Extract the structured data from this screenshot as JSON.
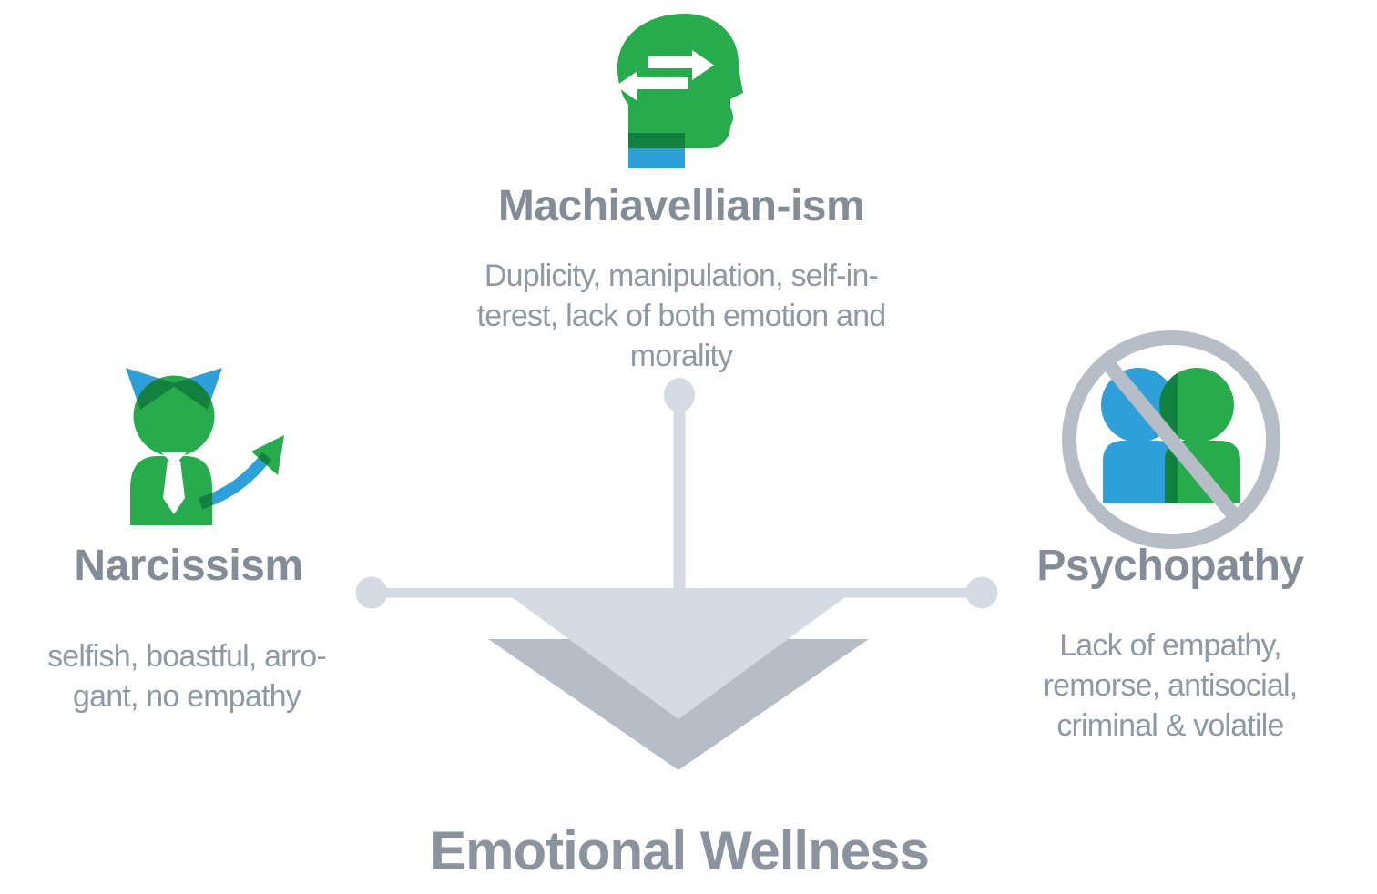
{
  "diagram": {
    "bottom_label": "Emotional Wellness",
    "nodes": [
      {
        "id": "machiavellianism",
        "title": "Machiavellian-ism",
        "description": "Duplicity, manipulation, self-interest, lack of both emotion and morality",
        "lines": [
          "Duplicity, manipulation, self-in-",
          "terest, lack of both emotion and",
          "morality"
        ],
        "icon": "head-with-exchange-arrows-icon"
      },
      {
        "id": "narcissism",
        "title": "Narcissism",
        "description": "selfish, boastful, arrogant, no empathy",
        "lines": [
          "selfish, boastful, arro-",
          "gant, no empathy"
        ],
        "icon": "devil-businessman-rising-arrow-icon"
      },
      {
        "id": "psychopathy",
        "title": "Psychopathy",
        "description": "Lack of empathy, remorse, antisocial, criminal & volatile",
        "lines": [
          "Lack of empathy,",
          "remorse, antisocial,",
          "criminal & volatile"
        ],
        "icon": "crossed-out-people-icon"
      }
    ],
    "colors": {
      "green": "#27AB4D",
      "dark_green": "#12813F",
      "blue": "#2E9FD9",
      "light_gray": "#D5DAE3",
      "mid_gray": "#B7BDC7",
      "title_text": "#848D97",
      "body_text": "#8F99A4",
      "white": "#FFFFFF"
    }
  }
}
